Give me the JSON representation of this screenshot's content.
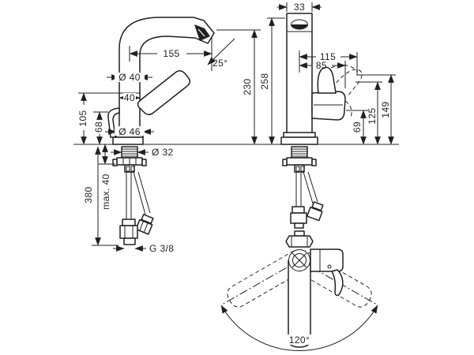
{
  "drawing": {
    "background": "#ffffff",
    "line_color": "#231f20",
    "side_view": {
      "dims": {
        "reach": "155",
        "spray_angle": "25°",
        "dia_top": "Ø 40",
        "body_width": "40",
        "h105": "105",
        "h68": "68",
        "dia_base": "Ø 46",
        "dia_hole": "Ø 32",
        "counter_max": "max. 40",
        "hose_length": "380",
        "thread": "G 3/8",
        "spout_height": "230"
      }
    },
    "front_view": {
      "dims": {
        "spout_width": "33",
        "total_height": "258",
        "reach_max": "115",
        "reach": "85",
        "h69": "69",
        "h125": "125",
        "h149": "149"
      }
    },
    "top_view": {
      "dims": {
        "swivel_angle": "120°"
      }
    }
  }
}
